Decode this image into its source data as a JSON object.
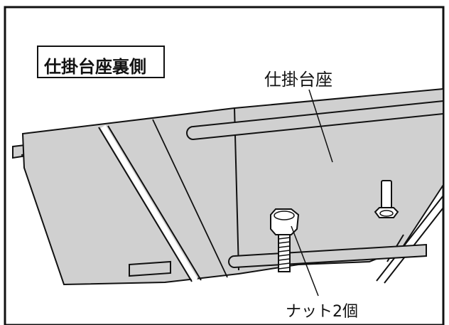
{
  "title": "仕掛台座裏側",
  "labels": {
    "seat": "仕掛台座",
    "nuts": "ナット2個"
  },
  "colors": {
    "panel_fill": "#d0d0d0",
    "line": "#111111",
    "background": "#ffffff"
  }
}
